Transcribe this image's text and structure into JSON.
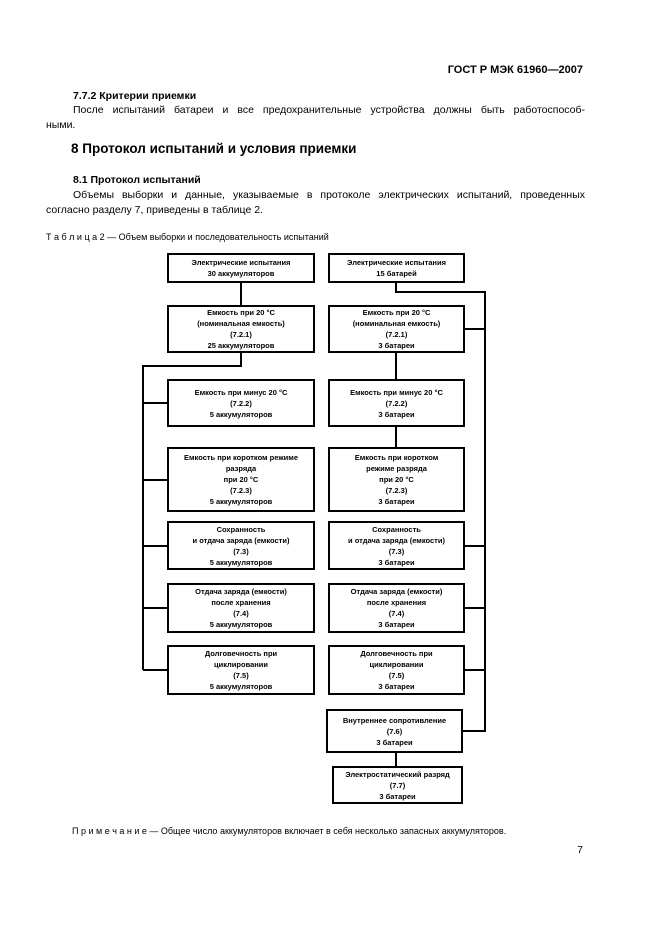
{
  "doc": {
    "header": "ГОСТ Р МЭК 61960—2007",
    "page_number": "7"
  },
  "section_772": {
    "heading": "7.7.2  Критерии приемки",
    "paragraph_line1": "После испытаний батареи и все предохранительные устройства должны быть работоспособ-",
    "paragraph_line2": "ными."
  },
  "section_8": {
    "heading": "8  Протокол испытаний и условия приемки"
  },
  "section_81": {
    "heading": "8.1  Протокол испытаний",
    "paragraph_line1": "Объемы выборки и данные, указываемые в протоколе электрических испытаний, проведенных",
    "paragraph_line2": "согласно разделу 7, приведены в таблице 2."
  },
  "table_caption": "Т а б л и ц а  2 — Объем выборки и последовательность испытаний",
  "flowchart": {
    "boxes": {
      "cells_tests": [
        "Электрические испытания",
        "30 аккумуляторов"
      ],
      "batteries_tests": [
        "Электрические испытания",
        "15 батарей"
      ],
      "cells_capacity_20": [
        "Емкость при 20 °С",
        "(номинальная емкость)",
        "(7.2.1)",
        "25 аккумуляторов"
      ],
      "batteries_capacity_20": [
        "Емкость при 20 °С",
        "(номинальная емкость)",
        "(7.2.1)",
        "3 батареи"
      ],
      "cells_capacity_minus20": [
        "Емкость при минус 20 °С",
        "(7.2.2)",
        "5 аккумуляторов"
      ],
      "batteries_capacity_minus20": [
        "Емкость при минус 20 °С",
        "(7.2.2)",
        "3 батареи"
      ],
      "cells_high_rate": [
        "Емкость при коротком режиме",
        "разряда",
        "при 20 °С",
        "(7.2.3)",
        "5 аккумуляторов"
      ],
      "batteries_high_rate": [
        "Емкость при коротком",
        "режиме разряда",
        "при 20 °С",
        "(7.2.3)",
        "3 батареи"
      ],
      "cells_charge_retention": [
        "Сохранность",
        "и отдача заряда (емкости)",
        "(7.3)",
        "5 аккумуляторов"
      ],
      "batteries_charge_retention": [
        "Сохранность",
        "и отдача заряда (емкости)",
        "(7.3)",
        "3 батареи"
      ],
      "cells_recovery": [
        "Отдача заряда (емкости)",
        "после хранения",
        "(7.4)",
        "5 аккумуляторов"
      ],
      "batteries_recovery": [
        "Отдача заряда (емкости)",
        "после хранения",
        "(7.4)",
        "3 батареи"
      ],
      "cells_endurance": [
        "Долговечность при",
        "циклировании",
        "(7.5)",
        "5 аккумуляторов"
      ],
      "batteries_endurance": [
        "Долговечность при",
        "циклировании",
        "(7.5)",
        "3 батареи"
      ],
      "batteries_internal_resistance": [
        "Внутреннее сопротивление",
        "(7.6)",
        "3 батареи"
      ],
      "batteries_esd": [
        "Электростатический разряд",
        "(7.7)",
        "3 батареи"
      ]
    }
  },
  "note": "П р и м е ч а н и е — Общее число аккумуляторов включает в себя несколько запасных аккумуляторов.",
  "colors": {
    "ink": "#000000",
    "paper": "#ffffff"
  }
}
